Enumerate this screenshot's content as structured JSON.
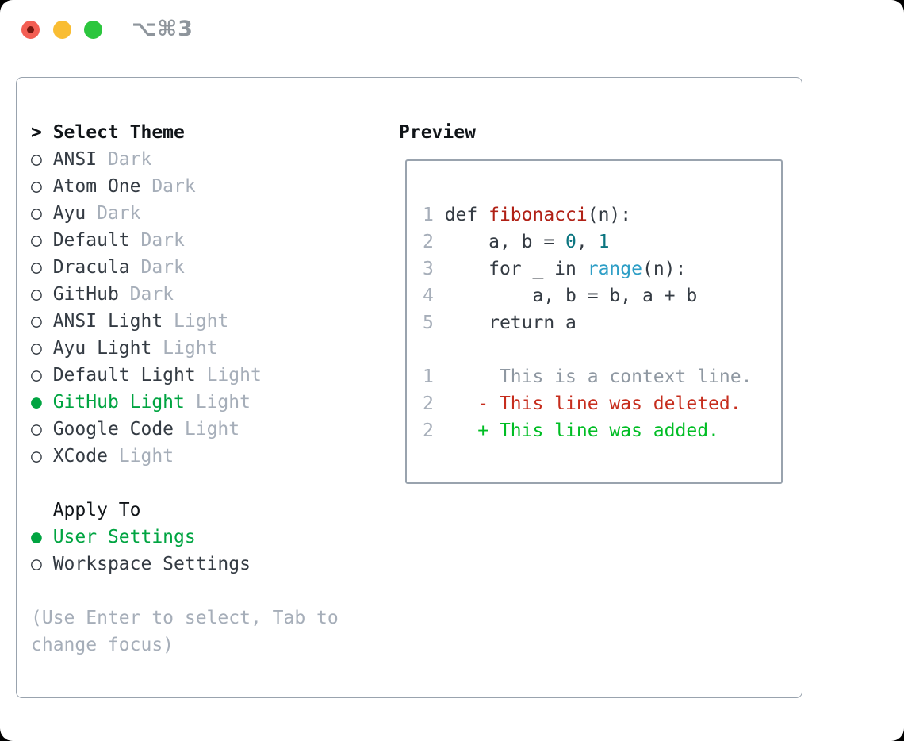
{
  "colors": {
    "text": "#343b43",
    "heading": "#101418",
    "muted": "#a6aeb9",
    "context": "#8f98a2",
    "border": "#99a3ae",
    "green-ui": "#00a441",
    "green-added": "#00bd24",
    "red-deleted": "#c62d1d",
    "red-function": "#b02015",
    "teal-number": "#0b7580",
    "blue-builtin": "#2d9ec6",
    "titlebar-text": "#8e959c",
    "traffic-red": "#f35e53",
    "traffic-red-dot": "#77170f",
    "traffic-yellow": "#f9bd33",
    "traffic-green": "#2cc63e"
  },
  "window": {
    "title": "⌥⌘3"
  },
  "glyphs": {
    "prompt": "> ",
    "unselected_bullet": "○ ",
    "selected_bullet": "● ",
    "title_indent": "  "
  },
  "theme_menu": {
    "title": "Select Theme",
    "items": [
      {
        "name": "ANSI",
        "variant": "Dark",
        "selected": false
      },
      {
        "name": "Atom One",
        "variant": "Dark",
        "selected": false
      },
      {
        "name": "Ayu",
        "variant": "Dark",
        "selected": false
      },
      {
        "name": "Default",
        "variant": "Dark",
        "selected": false
      },
      {
        "name": "Dracula",
        "variant": "Dark",
        "selected": false
      },
      {
        "name": "GitHub",
        "variant": "Dark",
        "selected": false
      },
      {
        "name": "ANSI Light",
        "variant": "Light",
        "selected": false
      },
      {
        "name": "Ayu Light",
        "variant": "Light",
        "selected": false
      },
      {
        "name": "Default Light",
        "variant": "Light",
        "selected": false
      },
      {
        "name": "GitHub Light",
        "variant": "Light",
        "selected": true
      },
      {
        "name": "Google Code",
        "variant": "Light",
        "selected": false
      },
      {
        "name": "XCode",
        "variant": "Light",
        "selected": false
      }
    ]
  },
  "apply_to": {
    "title": "Apply To",
    "options": [
      {
        "label": "User Settings",
        "selected": true
      },
      {
        "label": "Workspace Settings",
        "selected": false
      }
    ]
  },
  "hint": "(Use Enter to select, Tab to change focus)",
  "preview": {
    "title": "Preview",
    "code_lines": [
      {
        "number": "1",
        "segments": [
          {
            "text": "def ",
            "style": "plain"
          },
          {
            "text": "fibonacci",
            "style": "function"
          },
          {
            "text": "(n):",
            "style": "plain"
          }
        ]
      },
      {
        "number": "2",
        "segments": [
          {
            "text": "    a, b = ",
            "style": "plain"
          },
          {
            "text": "0",
            "style": "number"
          },
          {
            "text": ", ",
            "style": "plain"
          },
          {
            "text": "1",
            "style": "number"
          }
        ]
      },
      {
        "number": "3",
        "segments": [
          {
            "text": "    for _ in ",
            "style": "plain"
          },
          {
            "text": "range",
            "style": "builtin"
          },
          {
            "text": "(n):",
            "style": "plain"
          }
        ]
      },
      {
        "number": "4",
        "segments": [
          {
            "text": "        a, b = b, a + b",
            "style": "plain"
          }
        ]
      },
      {
        "number": "5",
        "segments": [
          {
            "text": "    return a",
            "style": "plain"
          }
        ]
      }
    ],
    "diff_lines": [
      {
        "number": "1",
        "marker": " ",
        "text": "This is a context line.",
        "style": "context"
      },
      {
        "number": "2",
        "marker": "-",
        "text": "This line was deleted.",
        "style": "deleted"
      },
      {
        "number": "2",
        "marker": "+",
        "text": "This line was added.",
        "style": "added"
      }
    ]
  }
}
